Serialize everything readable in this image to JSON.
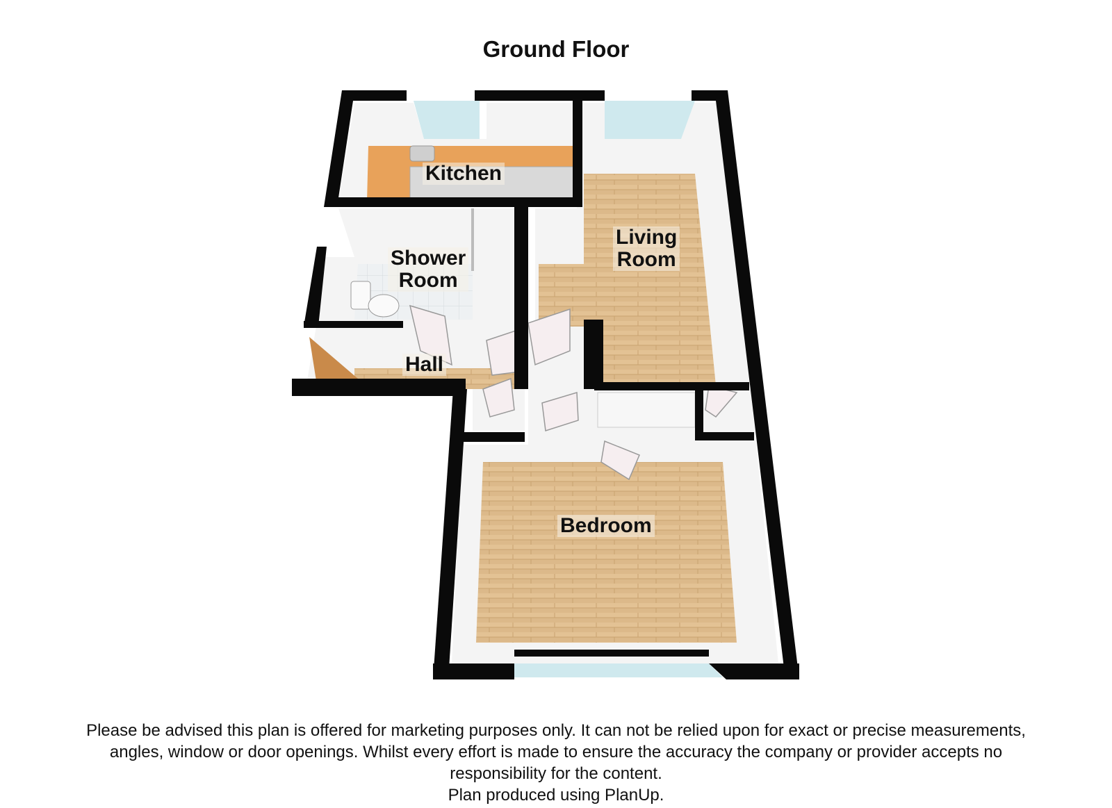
{
  "floor": {
    "title": "Ground Floor"
  },
  "rooms": {
    "kitchen": "Kitchen",
    "shower_room": [
      "Shower",
      "Room"
    ],
    "living_room": [
      "Living",
      "Room"
    ],
    "hall": "Hall",
    "bedroom": "Bedroom"
  },
  "disclaimer": {
    "lines": [
      "Please be advised this plan is offered for marketing purposes only. It can not be relied upon for exact or precise measurements,",
      "angles, window or door openings. Whilst every effort is made to ensure the accuracy the company or provider accepts no",
      "responsibility for the content.",
      "Plan produced using PlanUp."
    ]
  },
  "colors": {
    "wall": "#0a0a0a",
    "wall_face": "#f2f2f2",
    "wood_floor": "#dcb98a",
    "kitchen_counter": "#e8a25a",
    "tile_floor": "#e9edf0",
    "window": "#cfe9ee"
  }
}
